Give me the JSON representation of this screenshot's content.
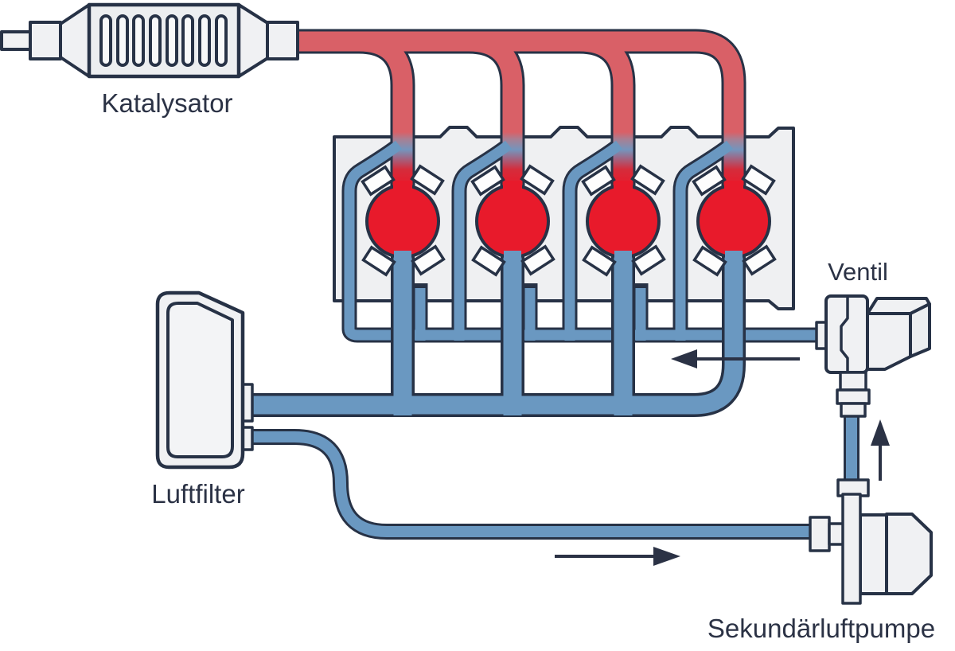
{
  "diagram": {
    "type": "secondary-air-injection-system",
    "language": "de",
    "cylinder_count": 4
  },
  "labels": {
    "catalyst": "Katalysator",
    "valve": "Ventil",
    "air_filter": "Luftfilter",
    "secondary_air_pump": "Sekundärluftpumpe"
  },
  "flow_arrows": [
    {
      "name": "valve-flow-arrow",
      "direction": "left"
    },
    {
      "name": "pump-to-valve-arrow",
      "direction": "up"
    },
    {
      "name": "pump-inlet-arrow",
      "direction": "right"
    }
  ],
  "colors": {
    "outline": "#273246",
    "exhaust_red": "#d96067",
    "hot_red": "#e81a2b",
    "air_blue": "#6a98c1",
    "component_fill": "#f0f1f3",
    "block_fill": "#eff0f2",
    "background": "#ffffff"
  }
}
